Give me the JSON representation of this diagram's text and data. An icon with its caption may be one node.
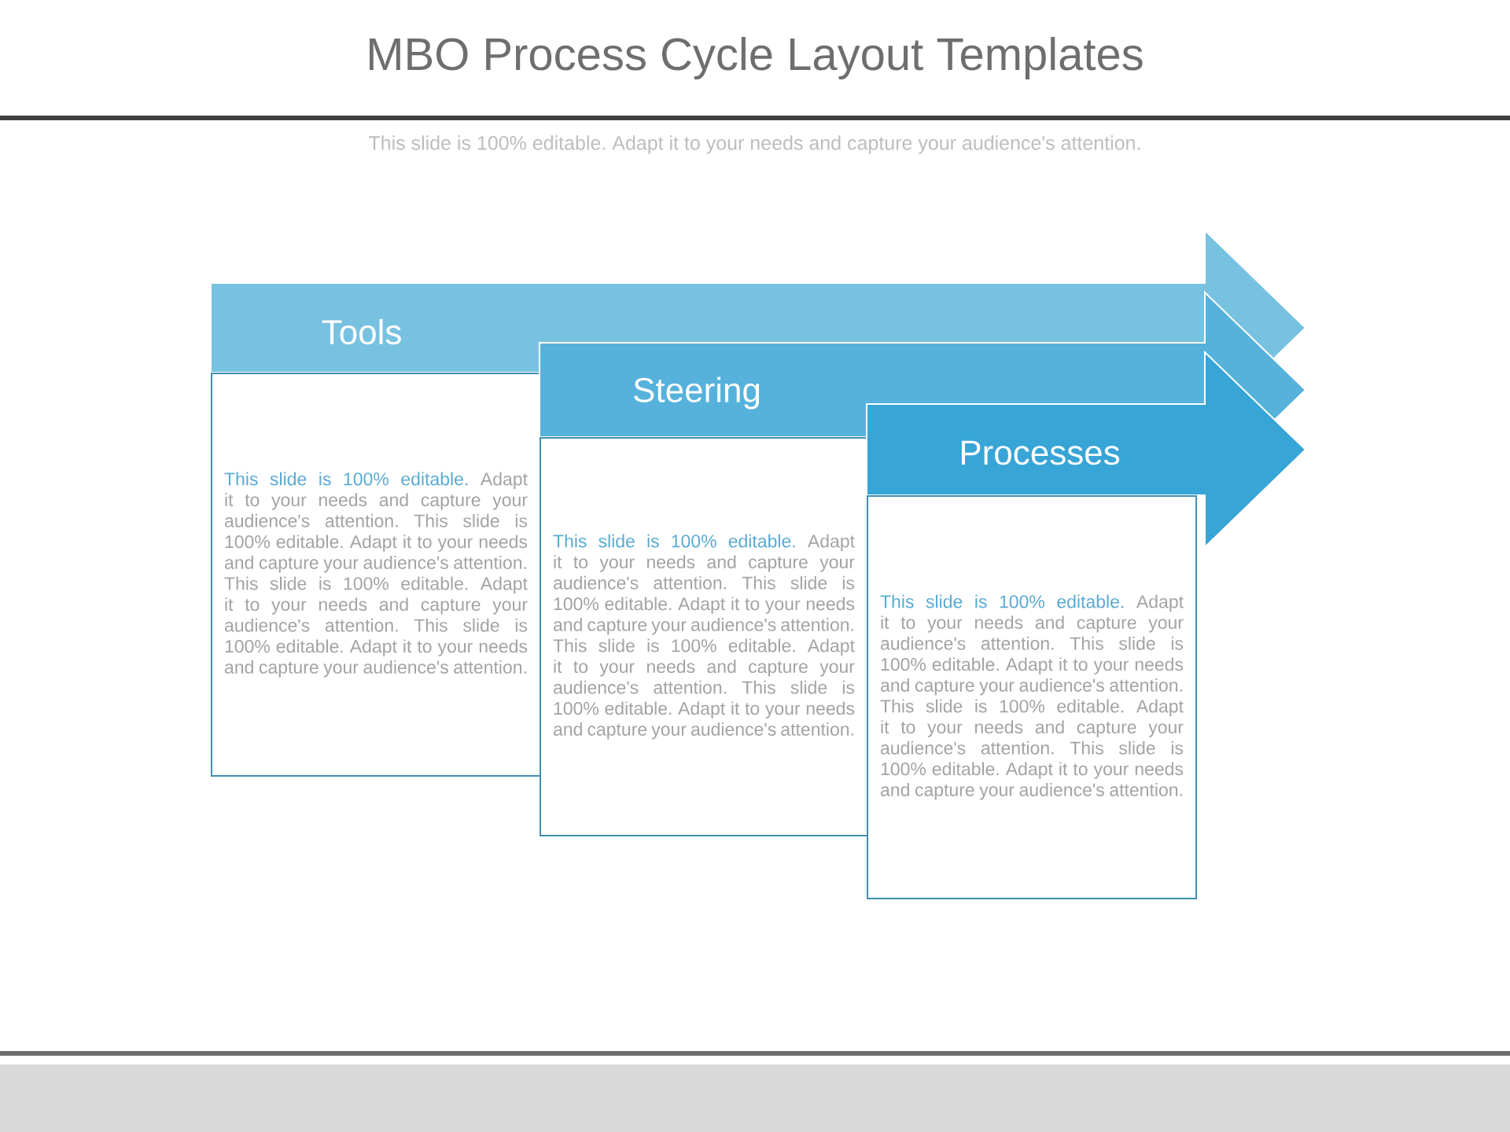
{
  "diagram": {
    "title": "MBO Process Cycle Layout Templates",
    "nodes": [
      {
        "text": [
          "Tools"
        ]
      },
      {
        "text": [
          "This slide is 100% editable.",
          "Adapt it to your needs and capture your audience's attention. This slide is 100% editable. Adapt it to your needs and capture your audience's attention. This slide is 100% editable. Adapt it to your needs and capture your audience's attention. This slide is 100% editable. Adapt it to your needs and capture your audience's attention."
        ]
      },
      {
        "text": [
          "Steering"
        ]
      },
      {
        "text": [
          "This slide is 100% editable.",
          "Adapt it to your needs and capture your audience's attention. This slide is 100% editable. Adapt it to your needs and capture your audience's attention. This slide is 100% editable. Adapt it to your needs and capture your audience's attention. This slide is 100% editable. Adapt it to your needs and capture your audience's attention."
        ]
      },
      {
        "text": [
          "Processes"
        ]
      },
      {
        "text": [
          "This slide is 100% editable.",
          "Adapt it to your needs and capture your audience's attention. This slide is 100% editable. Adapt it to your needs and capture your audience's attention. This slide is 100% editable. Adapt it to your needs and capture your audience's attention. This slide is 100% editable. Adapt it to your needs and capture your audience's attention."
        ]
      }
    ],
    "labels": [
      "This slide is 100% editable. Adapt it to your needs and capture your audience's attention."
    ]
  }
}
